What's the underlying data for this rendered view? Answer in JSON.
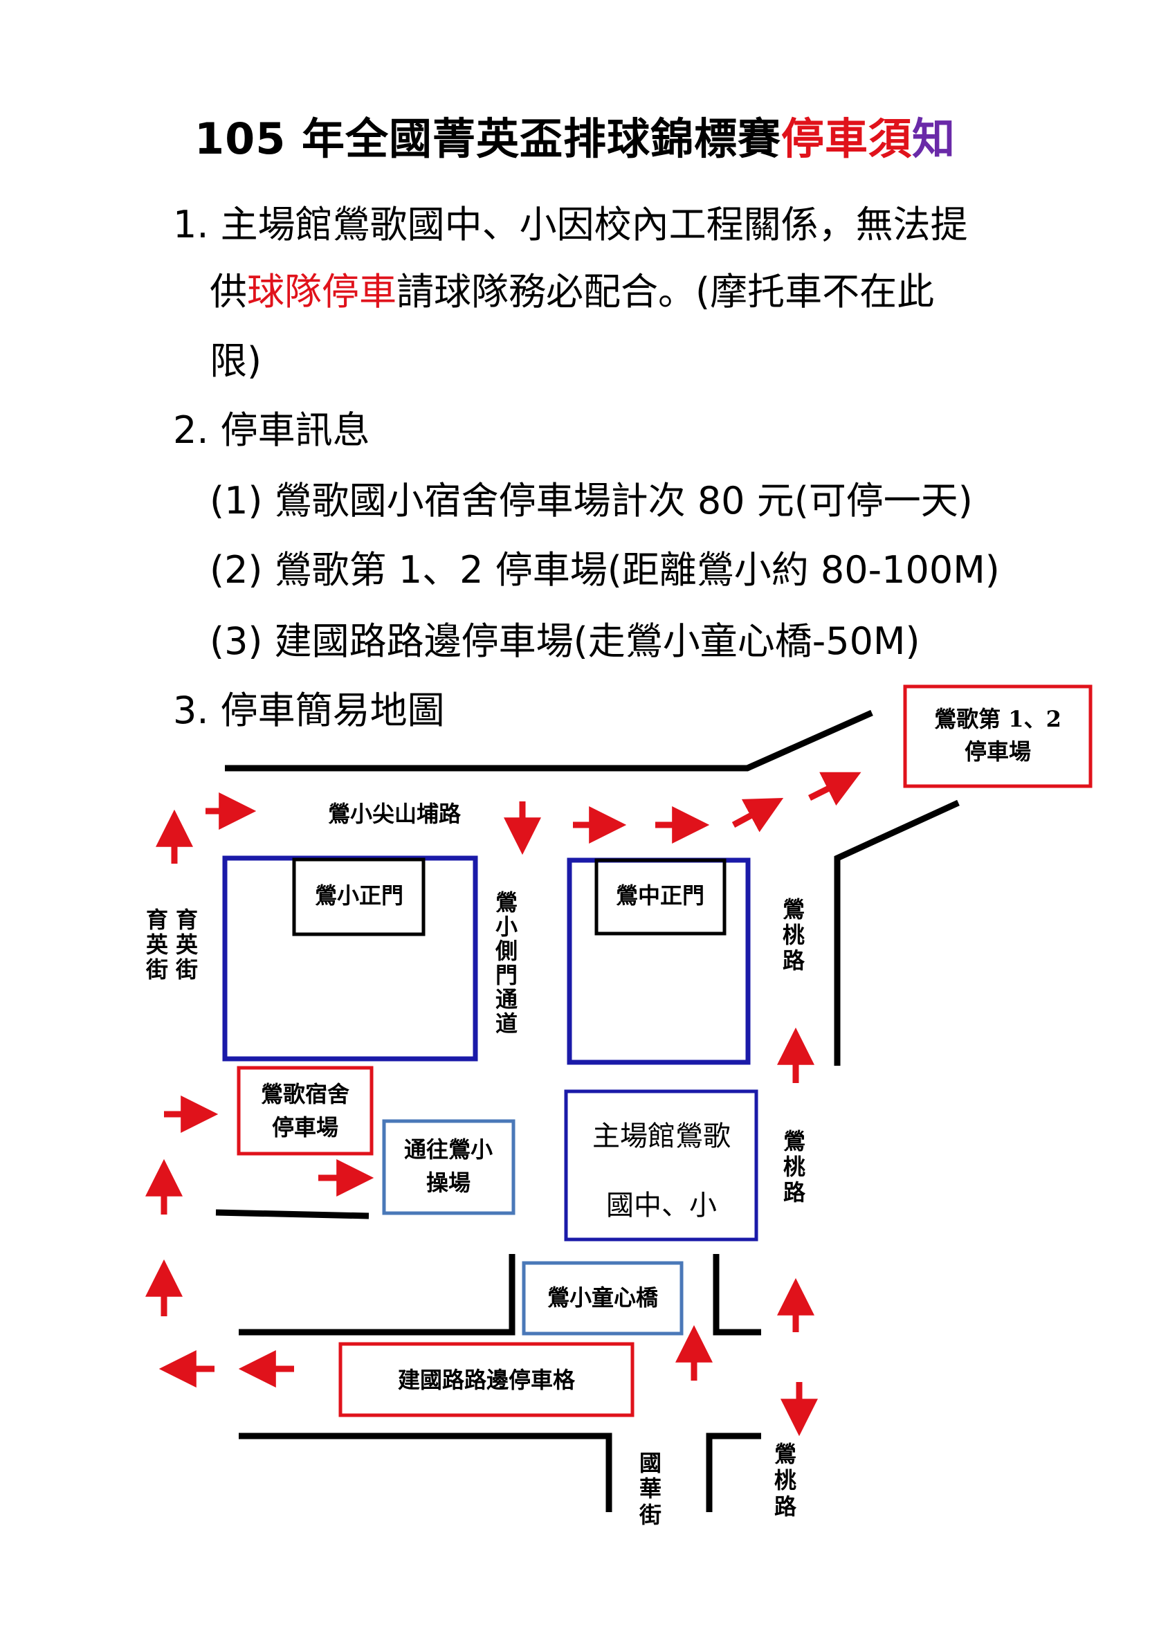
{
  "title": {
    "main": "105 年全國菁英盃排球錦標賽",
    "highlight1": "停車須",
    "highlight2": "知"
  },
  "section1": {
    "line1": "1. 主場館鶯歌國中、小因校內工程關係，無法提",
    "line2_pre": "供",
    "line2_red": "球隊停車",
    "line2_post": "請球隊務必配合。(摩托車不在此",
    "line3": "限)"
  },
  "section2": {
    "heading": "2. 停車訊息",
    "items": [
      "(1)  鶯歌國小宿舍停車場計次 80 元(可停一天)",
      "(2)  鶯歌第 1、2 停車場(距離鶯小約 80-100M)",
      "(3)  建國路路邊停車場(走鶯小童心橋-50M)"
    ]
  },
  "section3": {
    "heading": "3. 停車簡易地圖"
  },
  "map": {
    "parking12": [
      "鶯歌第 1、2",
      "停車場"
    ],
    "road_top": "鶯小尖山埔路",
    "gate_elem": "鶯小正門",
    "gate_junior": "鶯中正門",
    "road_yuying": [
      "育",
      "英",
      "街"
    ],
    "road_yuying_cut": [
      "育",
      "英",
      "街"
    ],
    "road_side_gate": [
      "鶯",
      "小",
      "側",
      "門",
      "通",
      "道"
    ],
    "road_yingtao_1": [
      "鶯",
      "桃",
      "路"
    ],
    "road_yingtao_2": [
      "鶯",
      "桃",
      "路"
    ],
    "road_yingtao_3": [
      "鶯",
      "桃",
      "路"
    ],
    "dorm_parking": [
      "鶯歌宿舍",
      "停車場"
    ],
    "playground": [
      "通往鶯小",
      "操場"
    ],
    "main_venue": [
      "主場館鶯歌",
      "國中、小"
    ],
    "bridge": "鶯小童心橋",
    "jianguo_parking": "建國路路邊停車格",
    "road_guohua": [
      "國",
      "華",
      "街"
    ],
    "colors": {
      "red": "#e0121b",
      "blue": "#1a1aa8",
      "lightblue": "#4a78b8",
      "black": "#000000"
    }
  }
}
